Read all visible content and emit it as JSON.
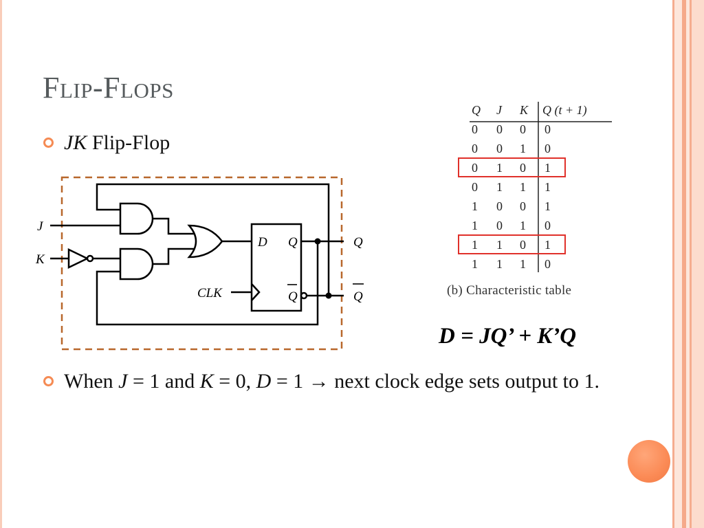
{
  "theme": {
    "accent": "#f58b54",
    "title_color": "#555a5c",
    "dashed_box_color": "#b8672b",
    "highlight_color": "#e0302a"
  },
  "slide": {
    "title": "Flip-Flops",
    "bullet1": {
      "italic": "JK",
      "rest": " Flip-Flop"
    },
    "equation": "D = JQ’ + K’Q",
    "bullet2": {
      "p1": "When ",
      "j": "J",
      "p2": " = 1 and ",
      "k": "K",
      "p3": " = 0, ",
      "d": "D",
      "p4": " = 1 → next clock edge sets output to 1."
    }
  },
  "diagram": {
    "j": "J",
    "k": "K",
    "d": "D",
    "q": "Q",
    "clk": "CLK",
    "q_bar": "Q",
    "q_out": "Q",
    "q_bar_out": "Q"
  },
  "table": {
    "headers": [
      "Q",
      "J",
      "K",
      "Q (t + 1)"
    ],
    "rows": [
      [
        "0",
        "0",
        "0",
        "0"
      ],
      [
        "0",
        "0",
        "1",
        "0"
      ],
      [
        "0",
        "1",
        "0",
        "1"
      ],
      [
        "0",
        "1",
        "1",
        "1"
      ],
      [
        "1",
        "0",
        "0",
        "1"
      ],
      [
        "1",
        "0",
        "1",
        "0"
      ],
      [
        "1",
        "1",
        "0",
        "1"
      ],
      [
        "1",
        "1",
        "1",
        "0"
      ]
    ],
    "highlighted_rows": [
      2,
      6
    ],
    "caption": "(b) Characteristic table"
  }
}
